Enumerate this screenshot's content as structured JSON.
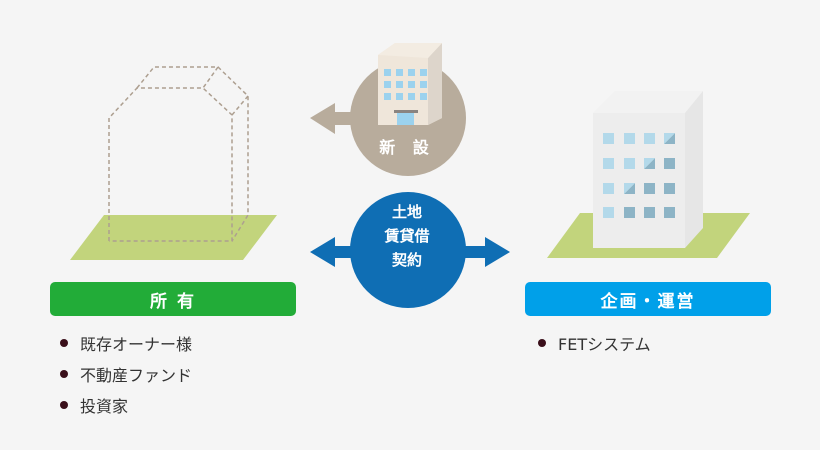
{
  "colors": {
    "background": "#f5f5f5",
    "owner_accent": "#22ac38",
    "plan_accent": "#00a0e9",
    "lease_circle": "#0f6eb4",
    "new_circle": "#b8ac9c",
    "land": "#c2d47c"
  },
  "center": {
    "new_construction": "新 設",
    "lease_lines": [
      "土地",
      "賃貸借",
      "契約"
    ]
  },
  "owner": {
    "title": "所 有",
    "items": [
      "既存オーナー様",
      "不動産ファンド",
      "投資家"
    ]
  },
  "planning": {
    "title": "企画・運営",
    "items": [
      "FETシステム"
    ]
  }
}
